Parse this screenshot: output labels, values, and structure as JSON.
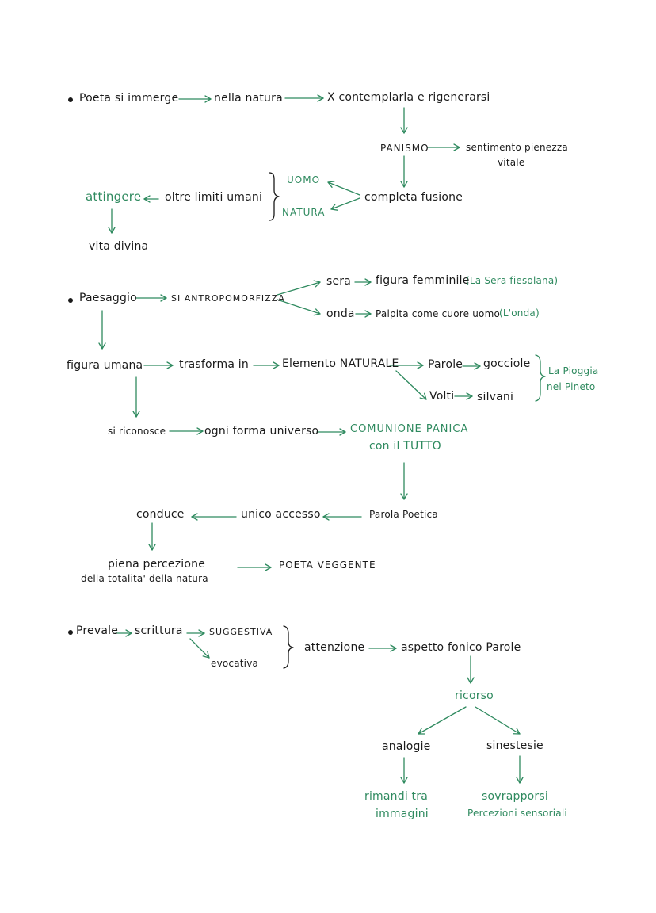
{
  "section1": {
    "poeta": "Poeta si immerge",
    "natura": "nella natura",
    "contemplarla": "X contemplarla e rigenerarsi",
    "panismo": "PANISMO",
    "sentimento_1": "sentimento pienezza",
    "sentimento_2": "vitale",
    "uomo": "UOMO",
    "natura_caps": "NATURA",
    "fusione": "completa fusione",
    "oltre": "oltre limiti umani",
    "attingere": "attingere",
    "vita_divina": "vita divina"
  },
  "section2": {
    "paesaggio": "Paesaggio",
    "antropomorfizza": "SI ANTROPOMORFIZZA",
    "sera": "sera",
    "figura_femminile": "figura femminile",
    "sera_fiesolana": "(La Sera fiesolana)",
    "onda": "onda",
    "palpita": "Palpita come cuore uomo",
    "onda_title": "(L'onda)",
    "figura_umana": "figura umana",
    "trasforma": "trasforma in",
    "elemento": "Elemento NATURALE",
    "parole": "Parole",
    "gocciole": "gocciole",
    "volti": "Volti",
    "silvani": "silvani",
    "pioggia_1": "La Pioggia",
    "pioggia_2": "nel Pineto",
    "si_riconosce": "si riconosce",
    "ogni_forma": "ogni forma universo",
    "comunione_1": "COMUNIONE PANICA",
    "comunione_2": "con il TUTTO",
    "parola_poetica": "Parola Poetica",
    "unico_accesso": "unico accesso",
    "conduce": "conduce",
    "piena_1": "piena percezione",
    "piena_2": "della totalita' della natura",
    "poeta_veggente": "POETA VEGGENTE"
  },
  "section3": {
    "prevale": "Prevale",
    "scrittura": "scrittura",
    "suggestiva": "SUGGESTIVA",
    "evocativa": "evocativa",
    "attenzione": "attenzione",
    "aspetto": "aspetto fonico Parole",
    "ricorso": "ricorso",
    "analogie": "analogie",
    "sinestesie": "sinestesie",
    "rimandi_1": "rimandi tra",
    "rimandi_2": "immagini",
    "sovrapporsi_1": "sovrapporsi",
    "sovrapporsi_2": "Percezioni sensoriali"
  },
  "colors": {
    "ink": "#1a1a1a",
    "green": "#2f8a5f",
    "paper": "#ffffff"
  }
}
